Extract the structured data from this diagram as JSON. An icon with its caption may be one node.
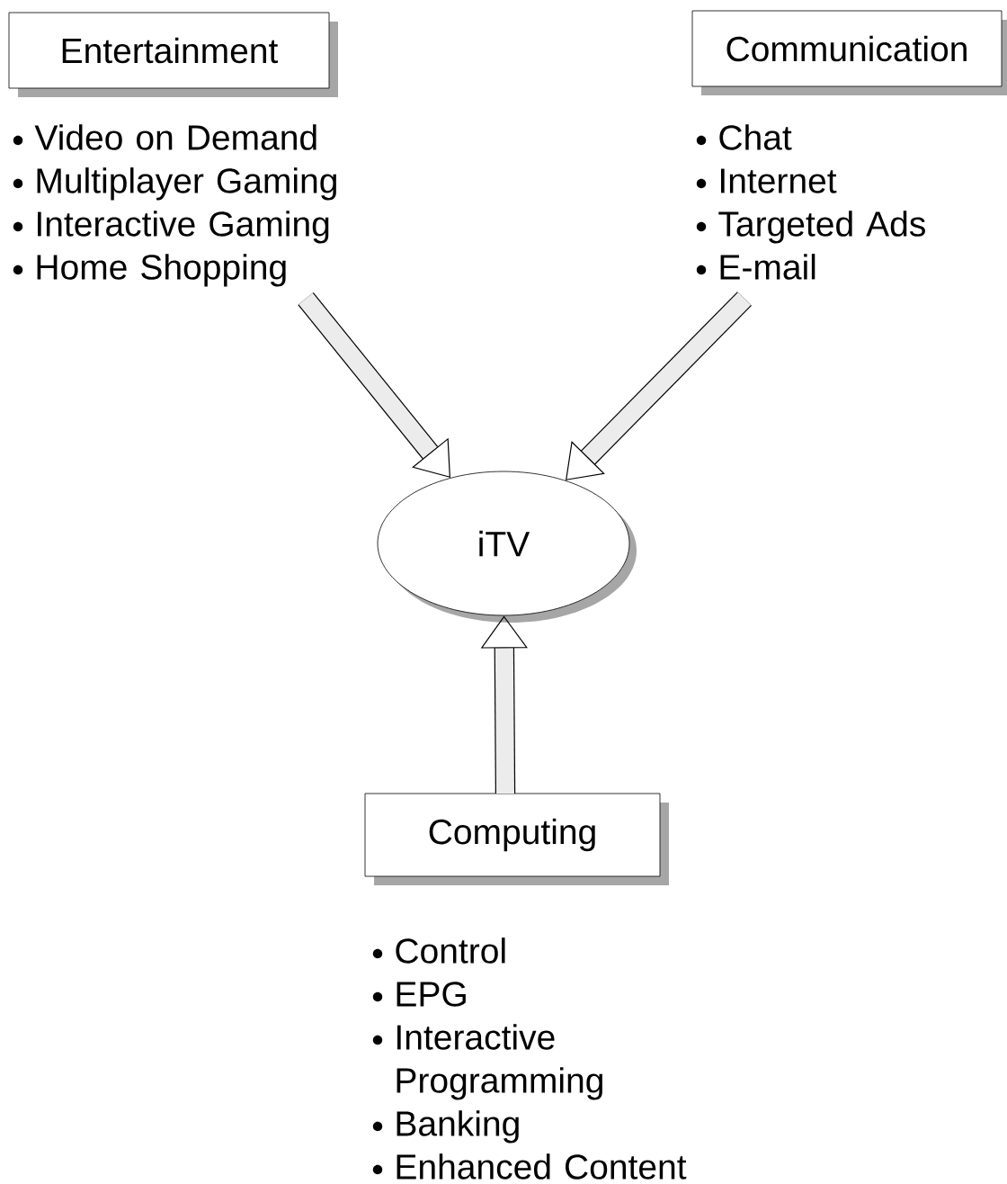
{
  "diagram": {
    "nodes": [
      {
        "text": [
          "Entertainment"
        ],
        "beside": [
          "Video on Demand",
          "Multiplayer Gaming",
          "Interactive Gaming",
          "Home Shopping"
        ]
      },
      {
        "text": [
          "Communication"
        ],
        "beside": [
          "Chat",
          "Internet",
          "Targeted Ads",
          "E-mail"
        ]
      },
      {
        "text": [
          "iTV"
        ]
      },
      {
        "text": [
          "Computing"
        ],
        "beside": [
          "Control",
          "EPG",
          "Interactive Programming",
          "Banking",
          "Enhanced Content"
        ]
      }
    ],
    "edges": [
      {
        "from": 0,
        "to": 2,
        "arrow": "to"
      },
      {
        "from": 1,
        "to": 2,
        "arrow": "to"
      },
      {
        "from": 3,
        "to": 2,
        "arrow": "to"
      }
    ]
  }
}
